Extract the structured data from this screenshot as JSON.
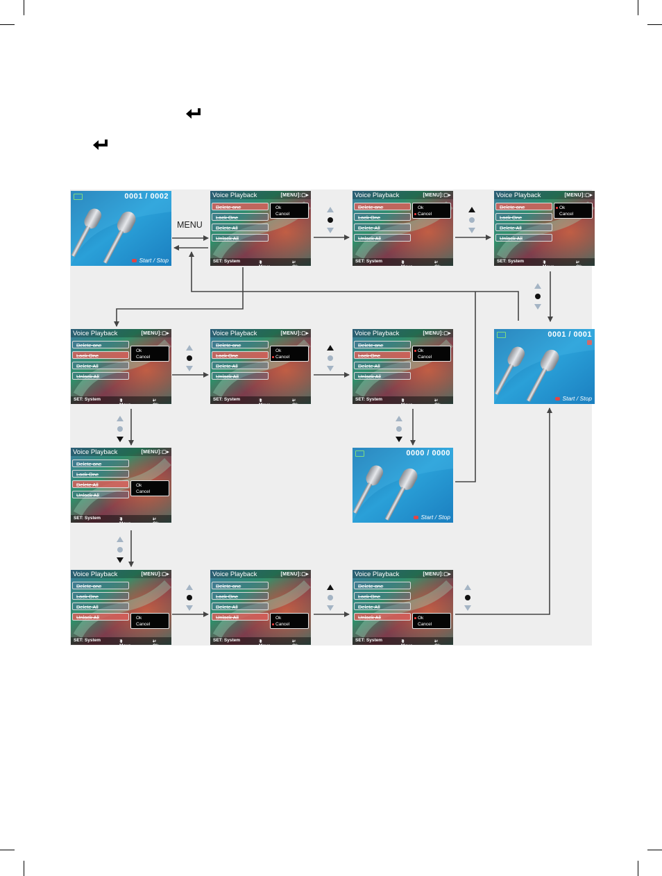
{
  "menu_key_label": "MENU",
  "menu": {
    "title": "Voice Playback",
    "exit": "[MENU]:",
    "items": [
      "Delete one",
      "Lock One",
      "Delete All",
      "Unlock All"
    ],
    "options": [
      "Ok",
      "Cancel"
    ],
    "status": {
      "left": "SET: System",
      "mid": ": Move",
      "right": ": Ok"
    }
  },
  "playback": {
    "counter_before": "0001 / 0002",
    "counter_locked": "0001 / 0001",
    "counter_empty": "0000 / 0000",
    "start_stop": "Start / Stop"
  },
  "colors": {
    "accent_red": "#d9605a",
    "screen_blue": "#2d8fc6",
    "arrow": "#444444",
    "nav_active": "#111111",
    "nav_inactive": "#a4b4c4"
  }
}
